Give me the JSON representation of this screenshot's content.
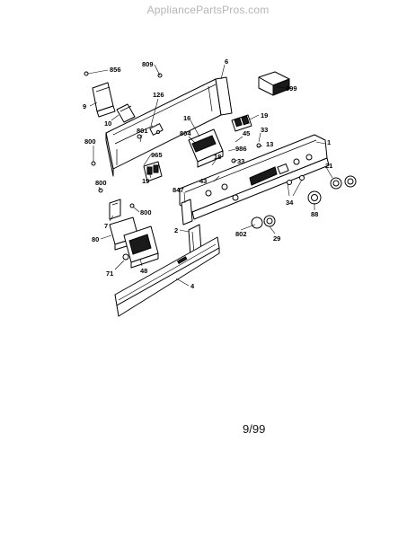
{
  "header": {
    "site": "AppliancePartsPros.com"
  },
  "diagram": {
    "callouts": [
      "856",
      "809",
      "6",
      "999",
      "126",
      "9",
      "10",
      "16",
      "19",
      "801",
      "804",
      "45",
      "33",
      "800",
      "986",
      "13",
      "1",
      "965",
      "18",
      "33",
      "21",
      "19",
      "43",
      "800",
      "847",
      "34",
      "88",
      "800",
      "7",
      "2",
      "802",
      "29",
      "80",
      "71",
      "48",
      "4"
    ]
  },
  "footer": {
    "date": "9/99"
  }
}
